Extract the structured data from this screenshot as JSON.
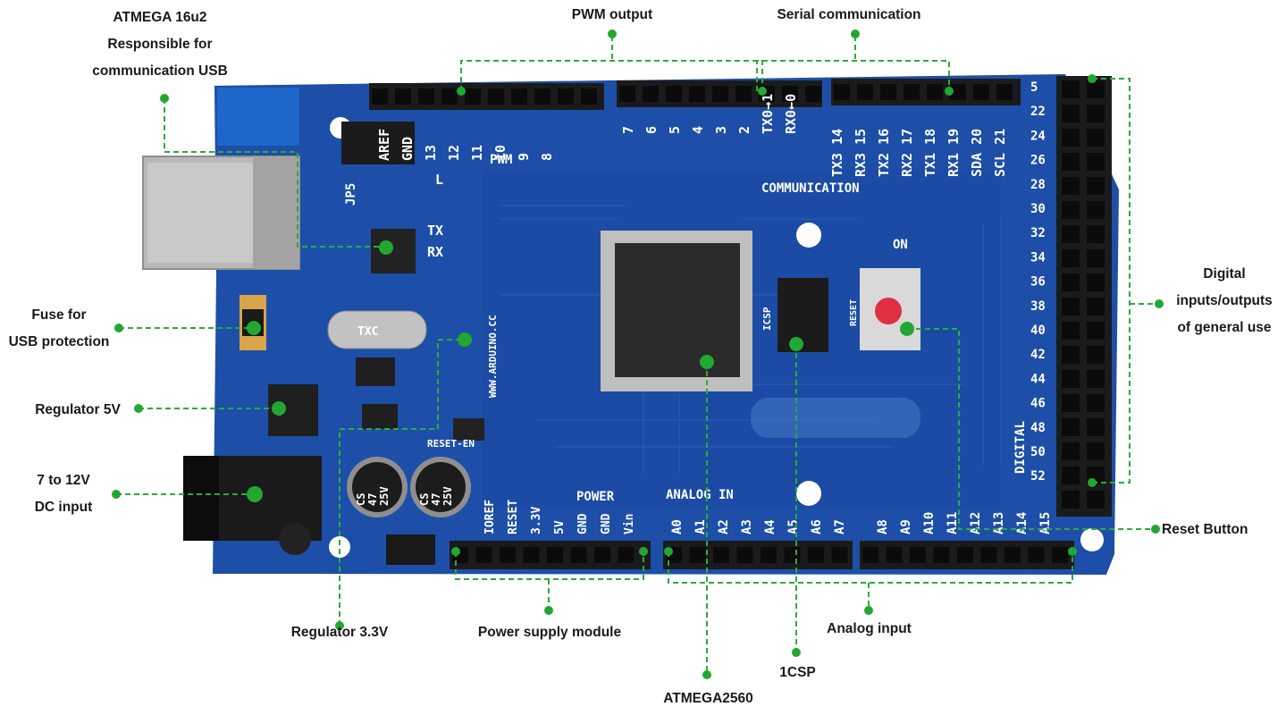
{
  "labels": {
    "atmega16u2": [
      "ATMEGA 16u2",
      "Responsible for",
      "communication USB"
    ],
    "pwm": "PWM output",
    "serial": "Serial communication",
    "fuse": [
      "Fuse for",
      "USB protection"
    ],
    "reg5v": "Regulator 5V",
    "dc_input": [
      "7 to 12V",
      "DC input"
    ],
    "digital_io": [
      "Digital",
      "inputs/outputs",
      "of general use"
    ],
    "reset_button": "Reset Button",
    "reg33": "Regulator 3.3V",
    "power_module": "Power supply module",
    "analog_input": "Analog input",
    "icsp": "1CSP",
    "atmega2560": "ATMEGA2560"
  },
  "board_silk": {
    "top_header_left": [
      "AREF",
      "GND",
      "13",
      "12",
      "11",
      "10",
      "9",
      "8"
    ],
    "top_header_mid": [
      "7",
      "6",
      "5",
      "4",
      "3",
      "2",
      "TX0→1",
      "RX0←0"
    ],
    "top_header_right": [
      "TX3 14",
      "RX3 15",
      "TX2 16",
      "RX2 17",
      "TX1 18",
      "RX1 19",
      "SDA 20",
      "SCL 21"
    ],
    "pwm": "PWM",
    "l": "L",
    "tx": "TX",
    "rx": "RX",
    "communication": "COMMUNICATION",
    "jp5": "JP5",
    "on": "ON",
    "icsp": "ICSP",
    "reset": "RESET",
    "reset_en": "RESET-EN",
    "website": "WWW.ARDUINO.CC",
    "power": "POWER",
    "analog_in": "ANALOG IN",
    "digital": "DIGITAL",
    "power_pins": [
      "IOREF",
      "RESET",
      "3.3V",
      "5V",
      "GND",
      "GND",
      "Vin"
    ],
    "analog_pins_a": [
      "A0",
      "A1",
      "A2",
      "A3",
      "A4",
      "A5",
      "A6",
      "A7"
    ],
    "analog_pins_b": [
      "A8",
      "A9",
      "A10",
      "A11",
      "A12",
      "A13",
      "A14",
      "A15"
    ],
    "digital_numbers": [
      "5",
      "22",
      "24",
      "26",
      "28",
      "30",
      "32",
      "34",
      "36",
      "38",
      "40",
      "42",
      "44",
      "46",
      "48",
      "50",
      "52"
    ],
    "crystal": "TXC",
    "cap_1": [
      "CS",
      "47",
      "25V"
    ],
    "cap_2": [
      "CS",
      "47",
      "25V"
    ]
  },
  "colors": {
    "board": "#1d4fa8",
    "board_dark": "#16408d",
    "header": "#1b1b1b",
    "guide": "#2eaa3c",
    "dot": "#22a832",
    "text": "#1a1a1a"
  }
}
